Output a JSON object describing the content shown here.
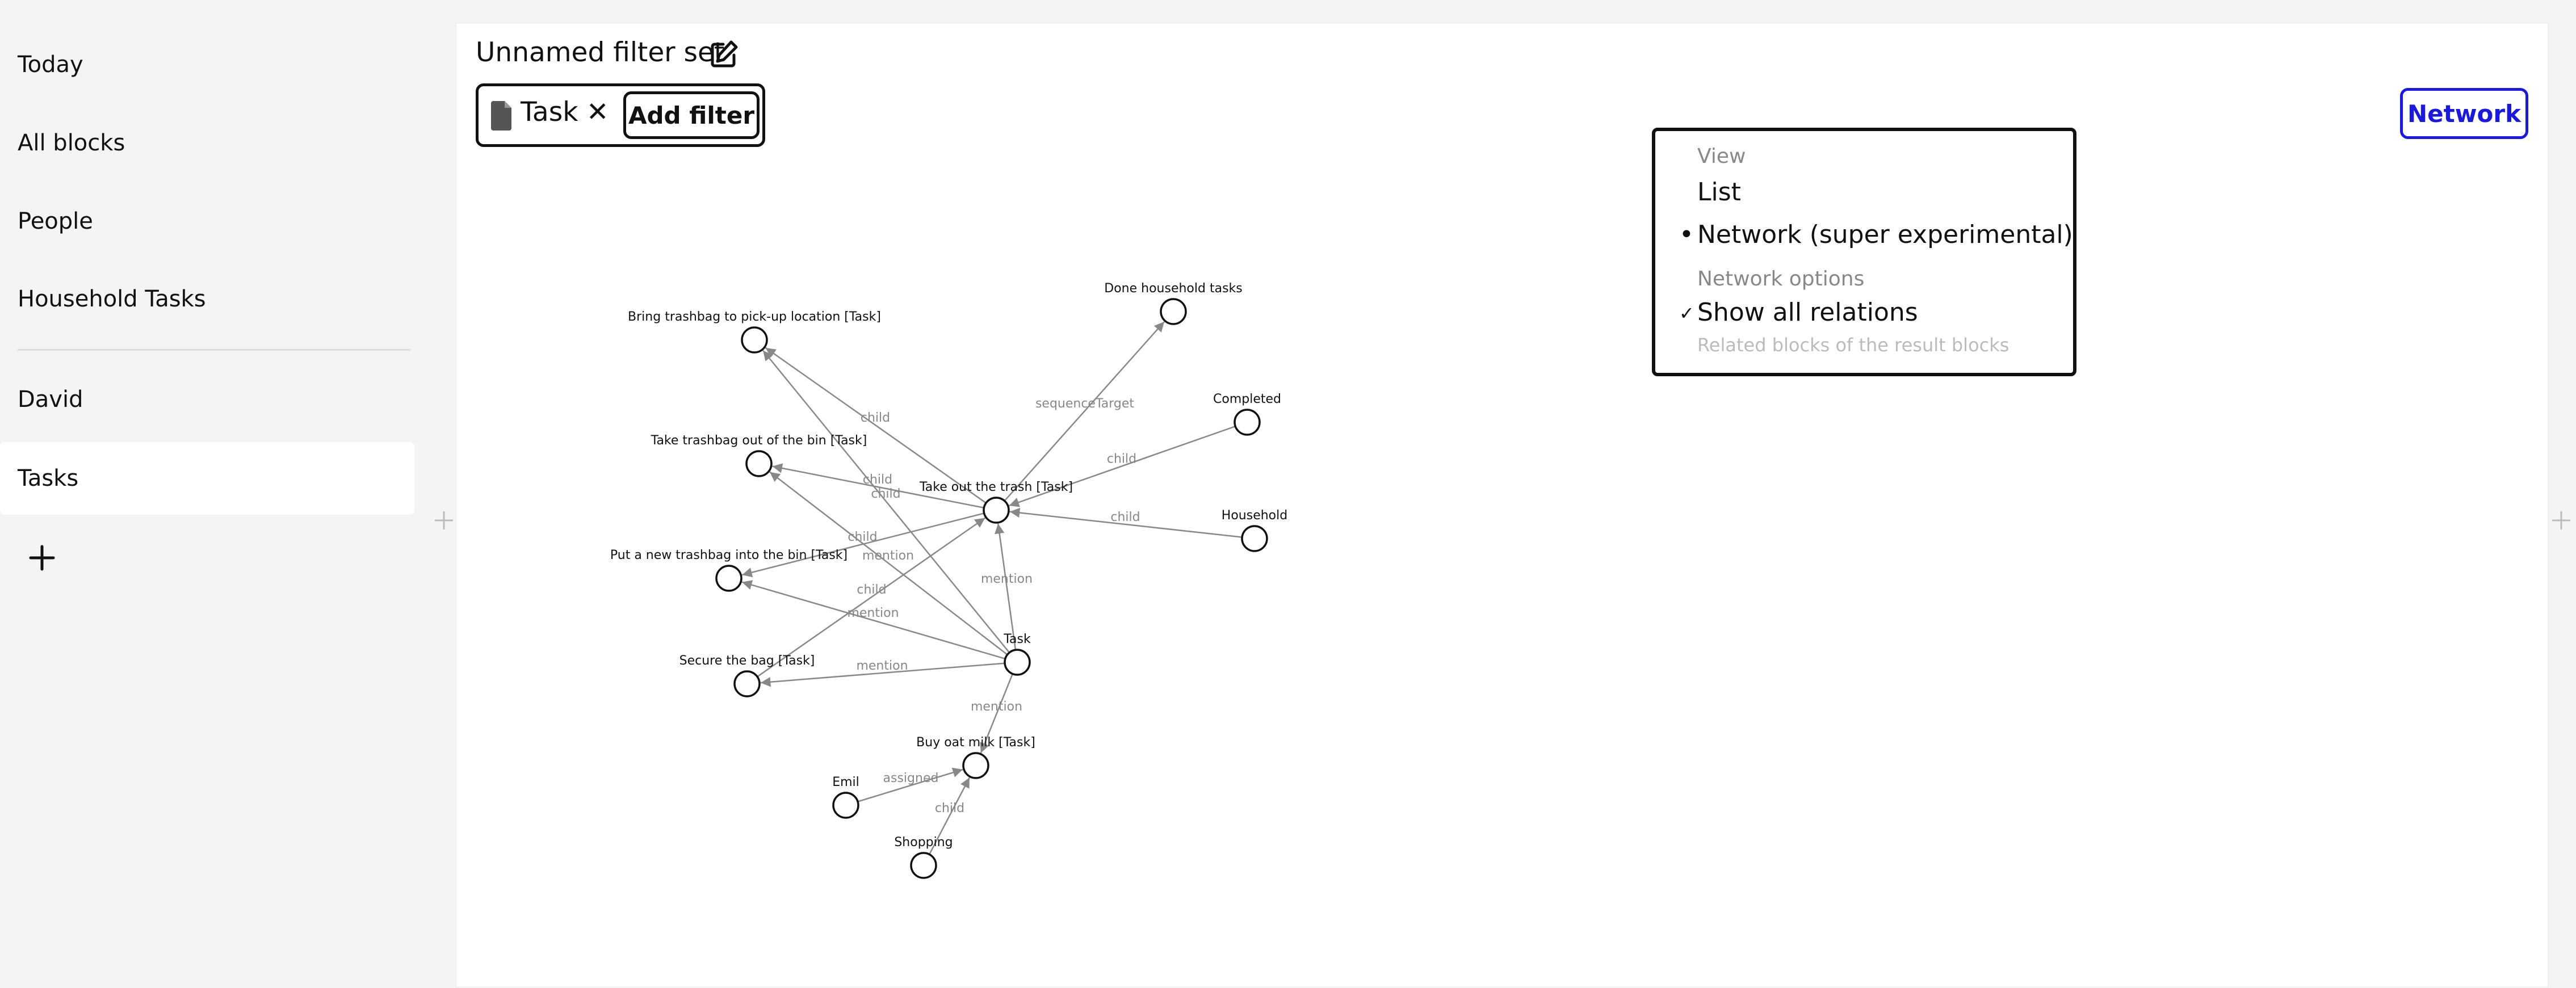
{
  "sidebar": {
    "items": [
      {
        "label": "Today"
      },
      {
        "label": "All blocks"
      },
      {
        "label": "People"
      },
      {
        "label": "Household Tasks"
      },
      {
        "label": "David"
      },
      {
        "label": "Tasks"
      }
    ]
  },
  "filter": {
    "title": "Unnamed filter set",
    "chip": {
      "label": "Task",
      "remove": "✕"
    },
    "add_filter_label": "Add filter"
  },
  "view_button": {
    "label": "Network"
  },
  "menu": {
    "view_header": "View",
    "list_label": "List",
    "network_label": "Network (super experimental)",
    "network_selected_marker": "•",
    "options_header": "Network options",
    "show_all_label": "Show all relations",
    "show_all_checked": "✓",
    "show_all_desc": "Related blocks of the result blocks"
  },
  "graph": {
    "nodes": [
      {
        "id": "done",
        "label": "Done household tasks"
      },
      {
        "id": "bring",
        "label": "Bring trashbag to pick-up location [Task]"
      },
      {
        "id": "completed",
        "label": "Completed"
      },
      {
        "id": "takeout",
        "label": "Take trashbag out of the bin [Task]"
      },
      {
        "id": "trash",
        "label": "Take out the trash [Task]"
      },
      {
        "id": "household",
        "label": "Household"
      },
      {
        "id": "newbag",
        "label": "Put a new trashbag into the bin [Task]"
      },
      {
        "id": "task",
        "label": "Task"
      },
      {
        "id": "secure",
        "label": "Secure the bag [Task]"
      },
      {
        "id": "oat",
        "label": "Buy oat milk [Task]"
      },
      {
        "id": "emil",
        "label": "Emil"
      },
      {
        "id": "shopping",
        "label": "Shopping"
      }
    ],
    "edges": [
      {
        "from": "trash",
        "to": "bring",
        "label": "child"
      },
      {
        "from": "trash",
        "to": "takeout",
        "label": "child"
      },
      {
        "from": "trash",
        "to": "newbag",
        "label": "child"
      },
      {
        "from": "secure",
        "to": "trash",
        "label": "child"
      },
      {
        "from": "trash",
        "to": "done",
        "label": "sequenceTarget"
      },
      {
        "from": "completed",
        "to": "trash",
        "label": "child"
      },
      {
        "from": "household",
        "to": "trash",
        "label": "child"
      },
      {
        "from": "task",
        "to": "bring",
        "label": "child"
      },
      {
        "from": "task",
        "to": "takeout",
        "label": "mention"
      },
      {
        "from": "task",
        "to": "newbag",
        "label": "mention"
      },
      {
        "from": "task",
        "to": "secure",
        "label": "mention"
      },
      {
        "from": "task",
        "to": "trash",
        "label": "mention"
      },
      {
        "from": "task",
        "to": "oat",
        "label": "mention"
      },
      {
        "from": "emil",
        "to": "oat",
        "label": "assigned"
      },
      {
        "from": "shopping",
        "to": "oat",
        "label": "child"
      }
    ]
  }
}
